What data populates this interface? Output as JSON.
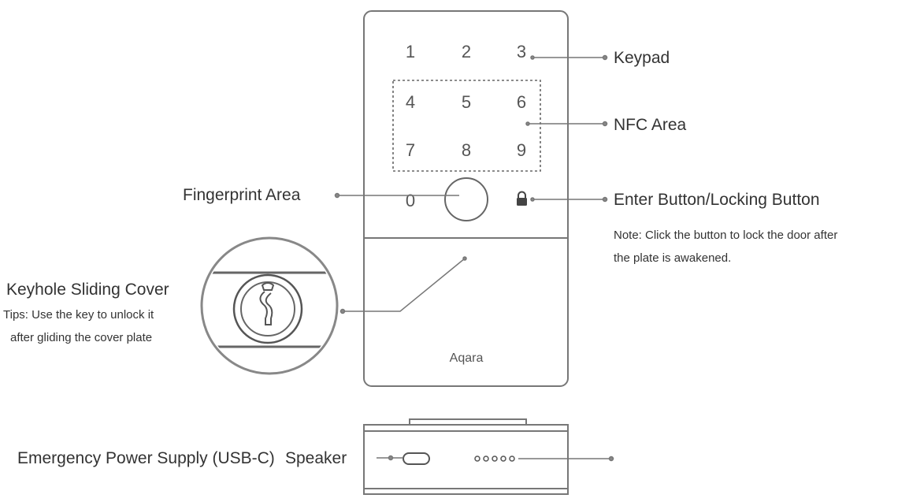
{
  "device": {
    "keys": [
      "1",
      "2",
      "3",
      "4",
      "5",
      "6",
      "7",
      "8",
      "9",
      "0"
    ],
    "brand": "Aqara"
  },
  "labels": {
    "keypad": "Keypad",
    "nfc_area": "NFC Area",
    "fingerprint_area": "Fingerprint Area",
    "enter_button": "Enter Button/Locking Button",
    "enter_note_line1": "Note:  Click the button to lock the door after",
    "enter_note_line2": "the plate is awakened.",
    "keyhole_cover": "Keyhole Sliding Cover",
    "keyhole_tip_line1": "Tips: Use the key to unlock it",
    "keyhole_tip_line2": "after gliding the cover plate",
    "power_supply": "Emergency Power Supply (USB-C)",
    "speaker": "Speaker"
  }
}
